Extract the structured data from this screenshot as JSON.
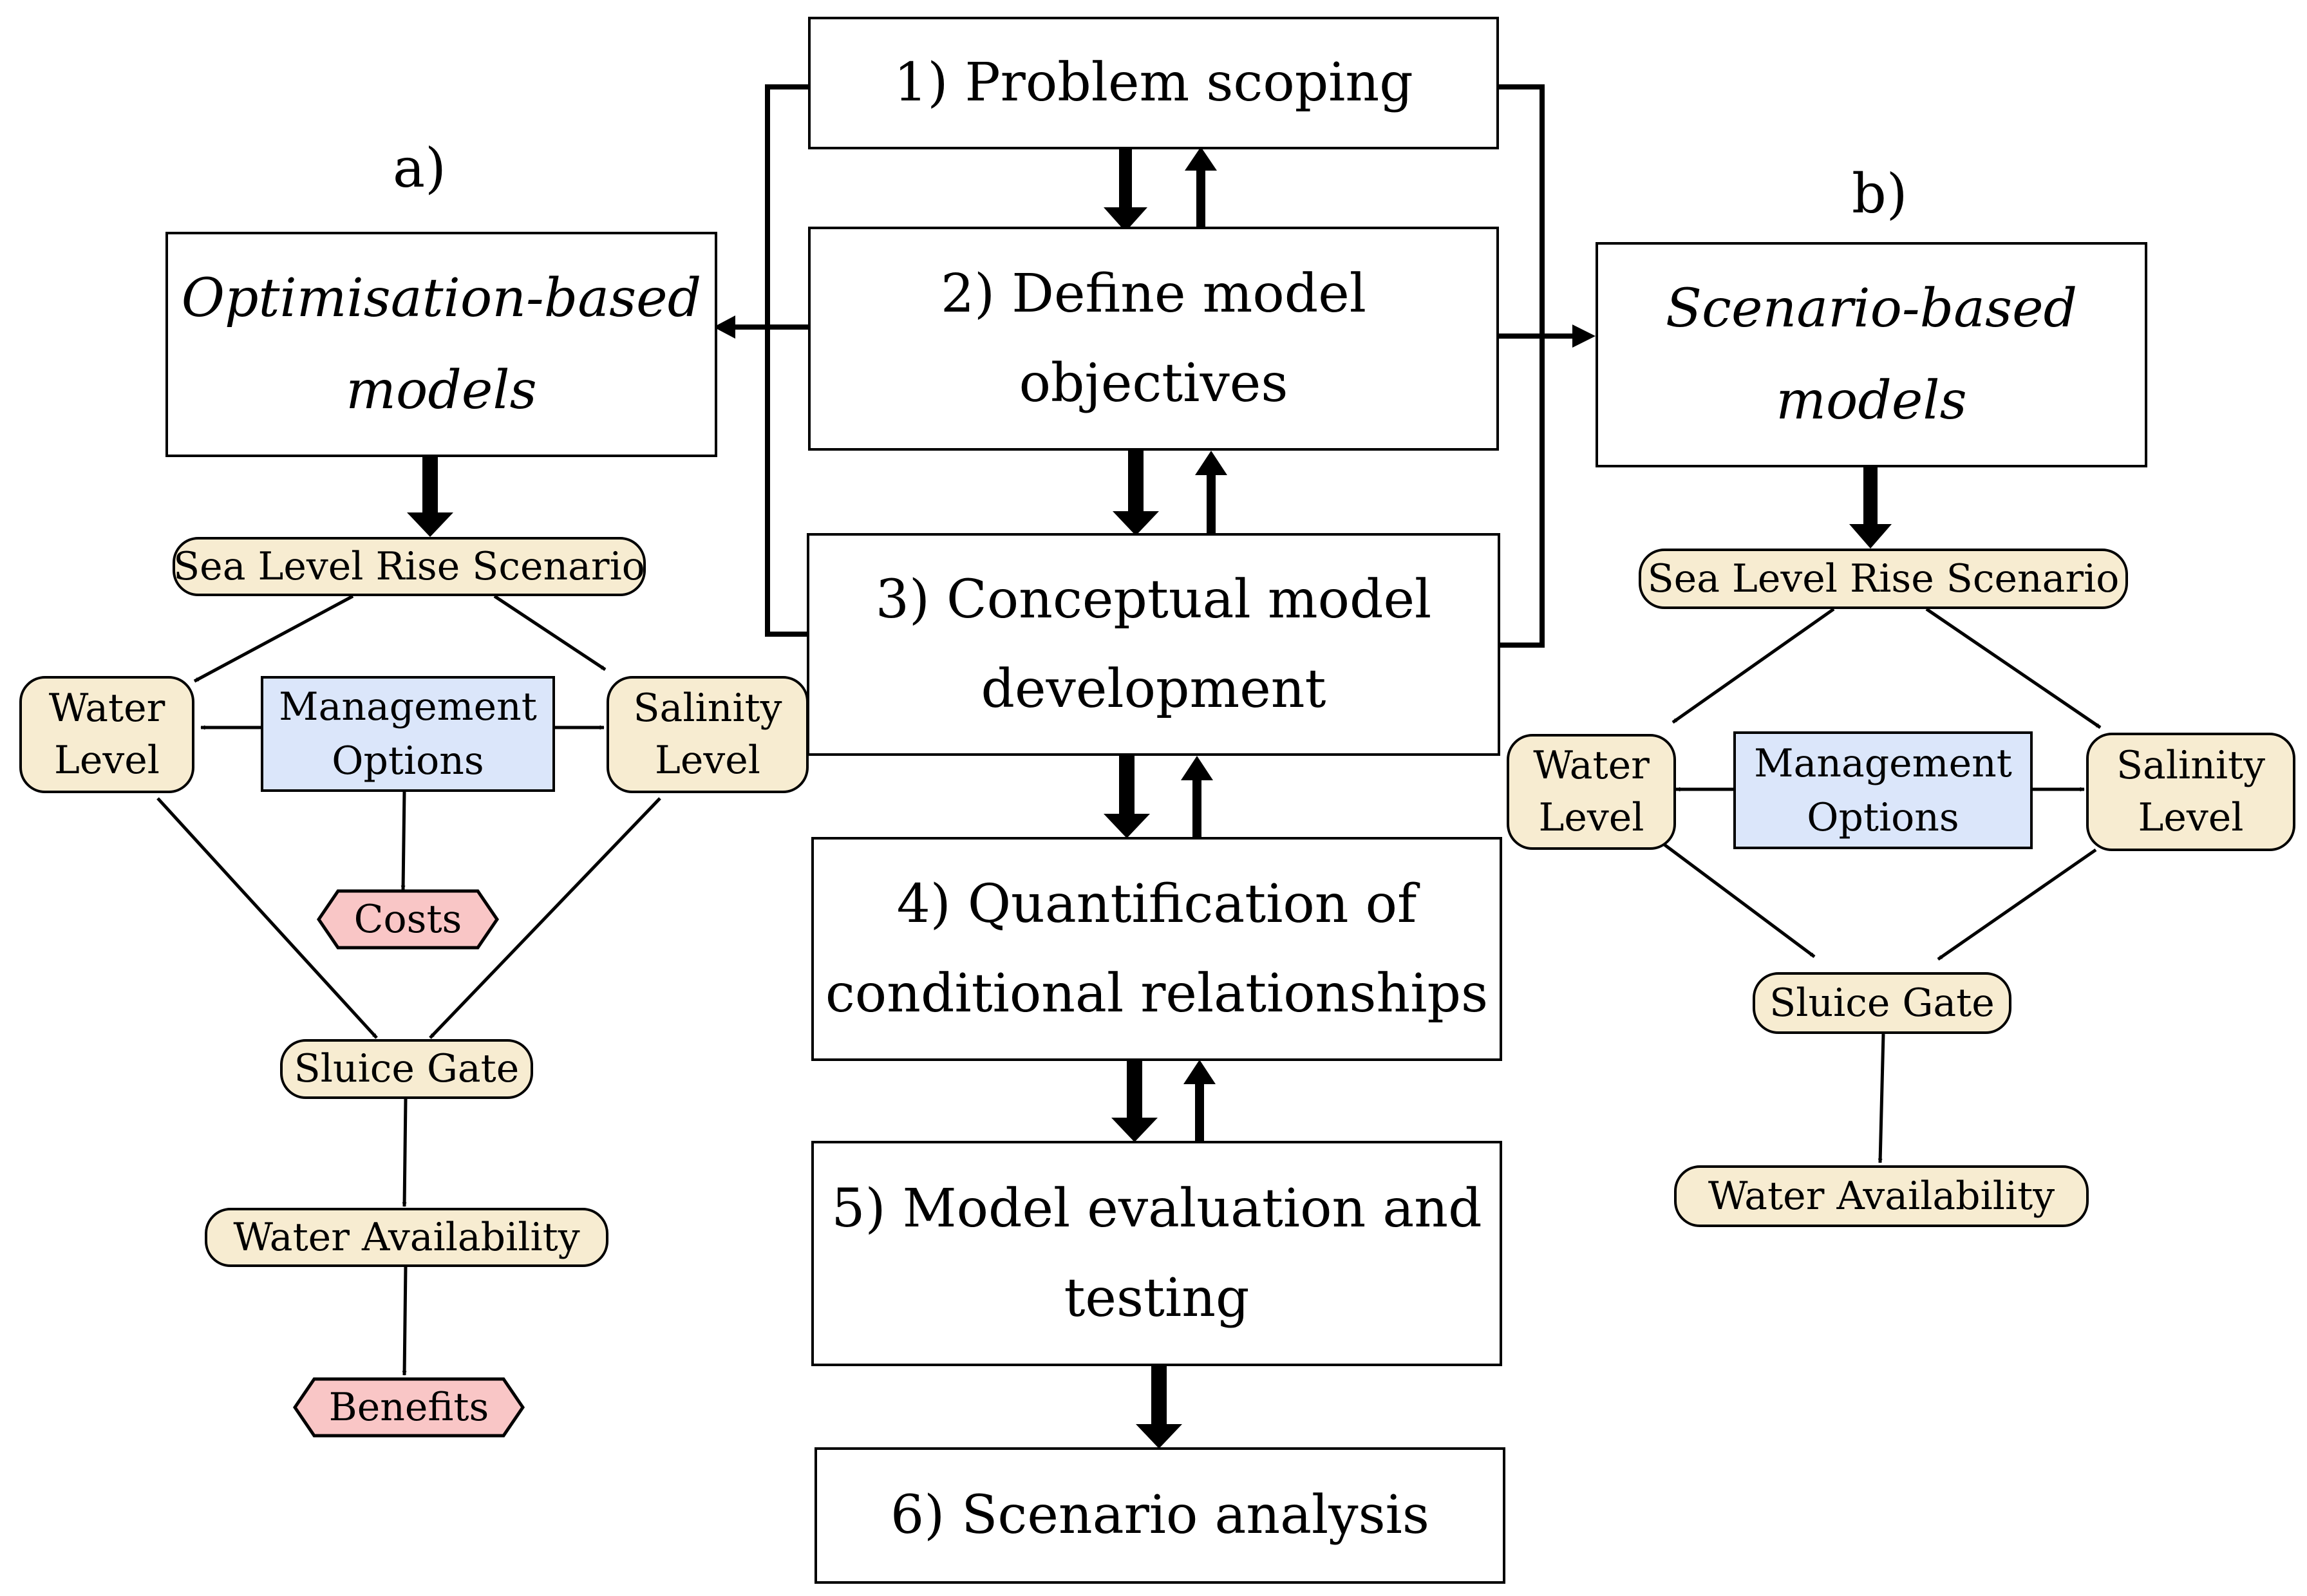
{
  "steps": {
    "s1": "1) Problem scoping",
    "s2_l1": "2) Define model",
    "s2_l2": "objectives",
    "s3_l1": "3) Conceptual model",
    "s3_l2": "development",
    "s4_l1": "4) Quantification of",
    "s4_l2": "conditional relationships",
    "s5_l1": "5) Model evaluation and",
    "s5_l2": "testing",
    "s6": "6) Scenario analysis"
  },
  "panel_a": {
    "label": "a)",
    "model_l1": "Optimisation-based",
    "model_l2": "models",
    "slr": "Sea Level Rise Scenario",
    "water_l1": "Water",
    "water_l2": "Level",
    "mgmt_l1": "Management",
    "mgmt_l2": "Options",
    "sal_l1": "Salinity",
    "sal_l2": "Level",
    "costs": "Costs",
    "sluice": "Sluice Gate",
    "avail": "Water Availability",
    "benefits": "Benefits"
  },
  "panel_b": {
    "label": "b)",
    "model_l1": "Scenario-based",
    "model_l2": "models",
    "slr": "Sea Level Rise Scenario",
    "water_l1": "Water",
    "water_l2": "Level",
    "mgmt_l1": "Management",
    "mgmt_l2": "Options",
    "sal_l1": "Salinity",
    "sal_l2": "Level",
    "sluice": "Sluice Gate",
    "avail": "Water Availability"
  },
  "colors": {
    "node_fill": "#f7ecd1",
    "management_fill": "#dbe6fa",
    "hexagon_fill": "#f9c6c6",
    "stroke": "#000000"
  }
}
